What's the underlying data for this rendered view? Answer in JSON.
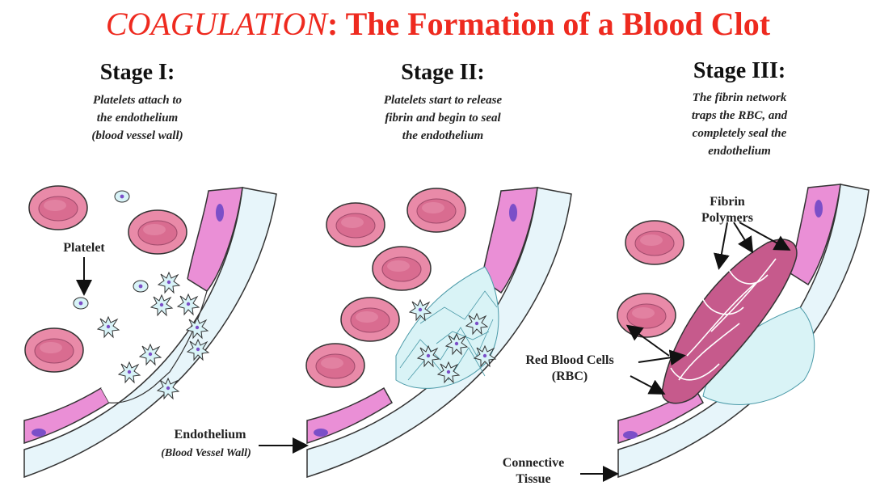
{
  "title": {
    "italic": "COAGULATION",
    "rest": ": The Formation of a Blood Clot"
  },
  "stages": [
    {
      "heading": "Stage I:",
      "desc": [
        "Platelets attach to",
        "the endothelium",
        "(blood vessel wall)"
      ]
    },
    {
      "heading": "Stage II:",
      "desc": [
        "Platelets start to release",
        "fibrin and begin to seal",
        "the endothelium"
      ]
    },
    {
      "heading": "Stage III:",
      "desc": [
        "The fibrin network",
        "traps the RBC, and",
        "completely seal the",
        "endothelium"
      ]
    }
  ],
  "labels": {
    "platelet": "Platelet",
    "endothelium": "Endothelium",
    "endothelium_sub": "(Blood Vessel Wall)",
    "fibrin": [
      "Fibrin",
      "Polymers"
    ],
    "rbc": [
      "Red Blood Cells",
      "(RBC)"
    ],
    "connective": [
      "Connective",
      "Tissue"
    ]
  },
  "colors": {
    "title_red": "#ee2a1f",
    "rbc": "#e98aa8",
    "rbc_center": "#d96c90",
    "vessel_pink": "#ea8fd6",
    "nucleus": "#7b4fc8",
    "light_blue": "#e7f5fa",
    "platelet_blue": "#cdeff5",
    "clot_rbc": "#c65a8c"
  }
}
